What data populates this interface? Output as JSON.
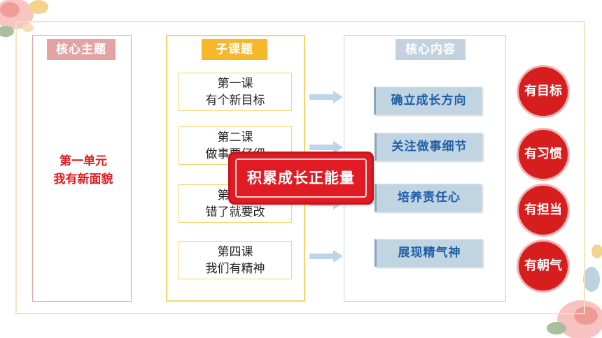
{
  "headers": {
    "core_theme": "核心主题",
    "sub_topic": "子课题",
    "core_content": "核心内容"
  },
  "unit": {
    "line1": "第一单元",
    "line2": "我有新面貌"
  },
  "lessons": [
    {
      "number": "第一课",
      "title": "有个新目标"
    },
    {
      "number": "第二课",
      "title": "做事要仔细"
    },
    {
      "number": "第三课",
      "title": "错了就要改"
    },
    {
      "number": "第四课",
      "title": "我们有精神"
    }
  ],
  "contents": [
    "确立成长方向",
    "关注做事细节",
    "培养责任心",
    "展现精气神"
  ],
  "qualities": [
    "有目标",
    "有习惯",
    "有担当",
    "有朝气"
  ],
  "stamp": "积累成长正能量",
  "colors": {
    "unit_text": "#e4191c",
    "content_text": "#1f5fa8",
    "circle": "#d71e1e",
    "stamp": "#e01b24"
  }
}
